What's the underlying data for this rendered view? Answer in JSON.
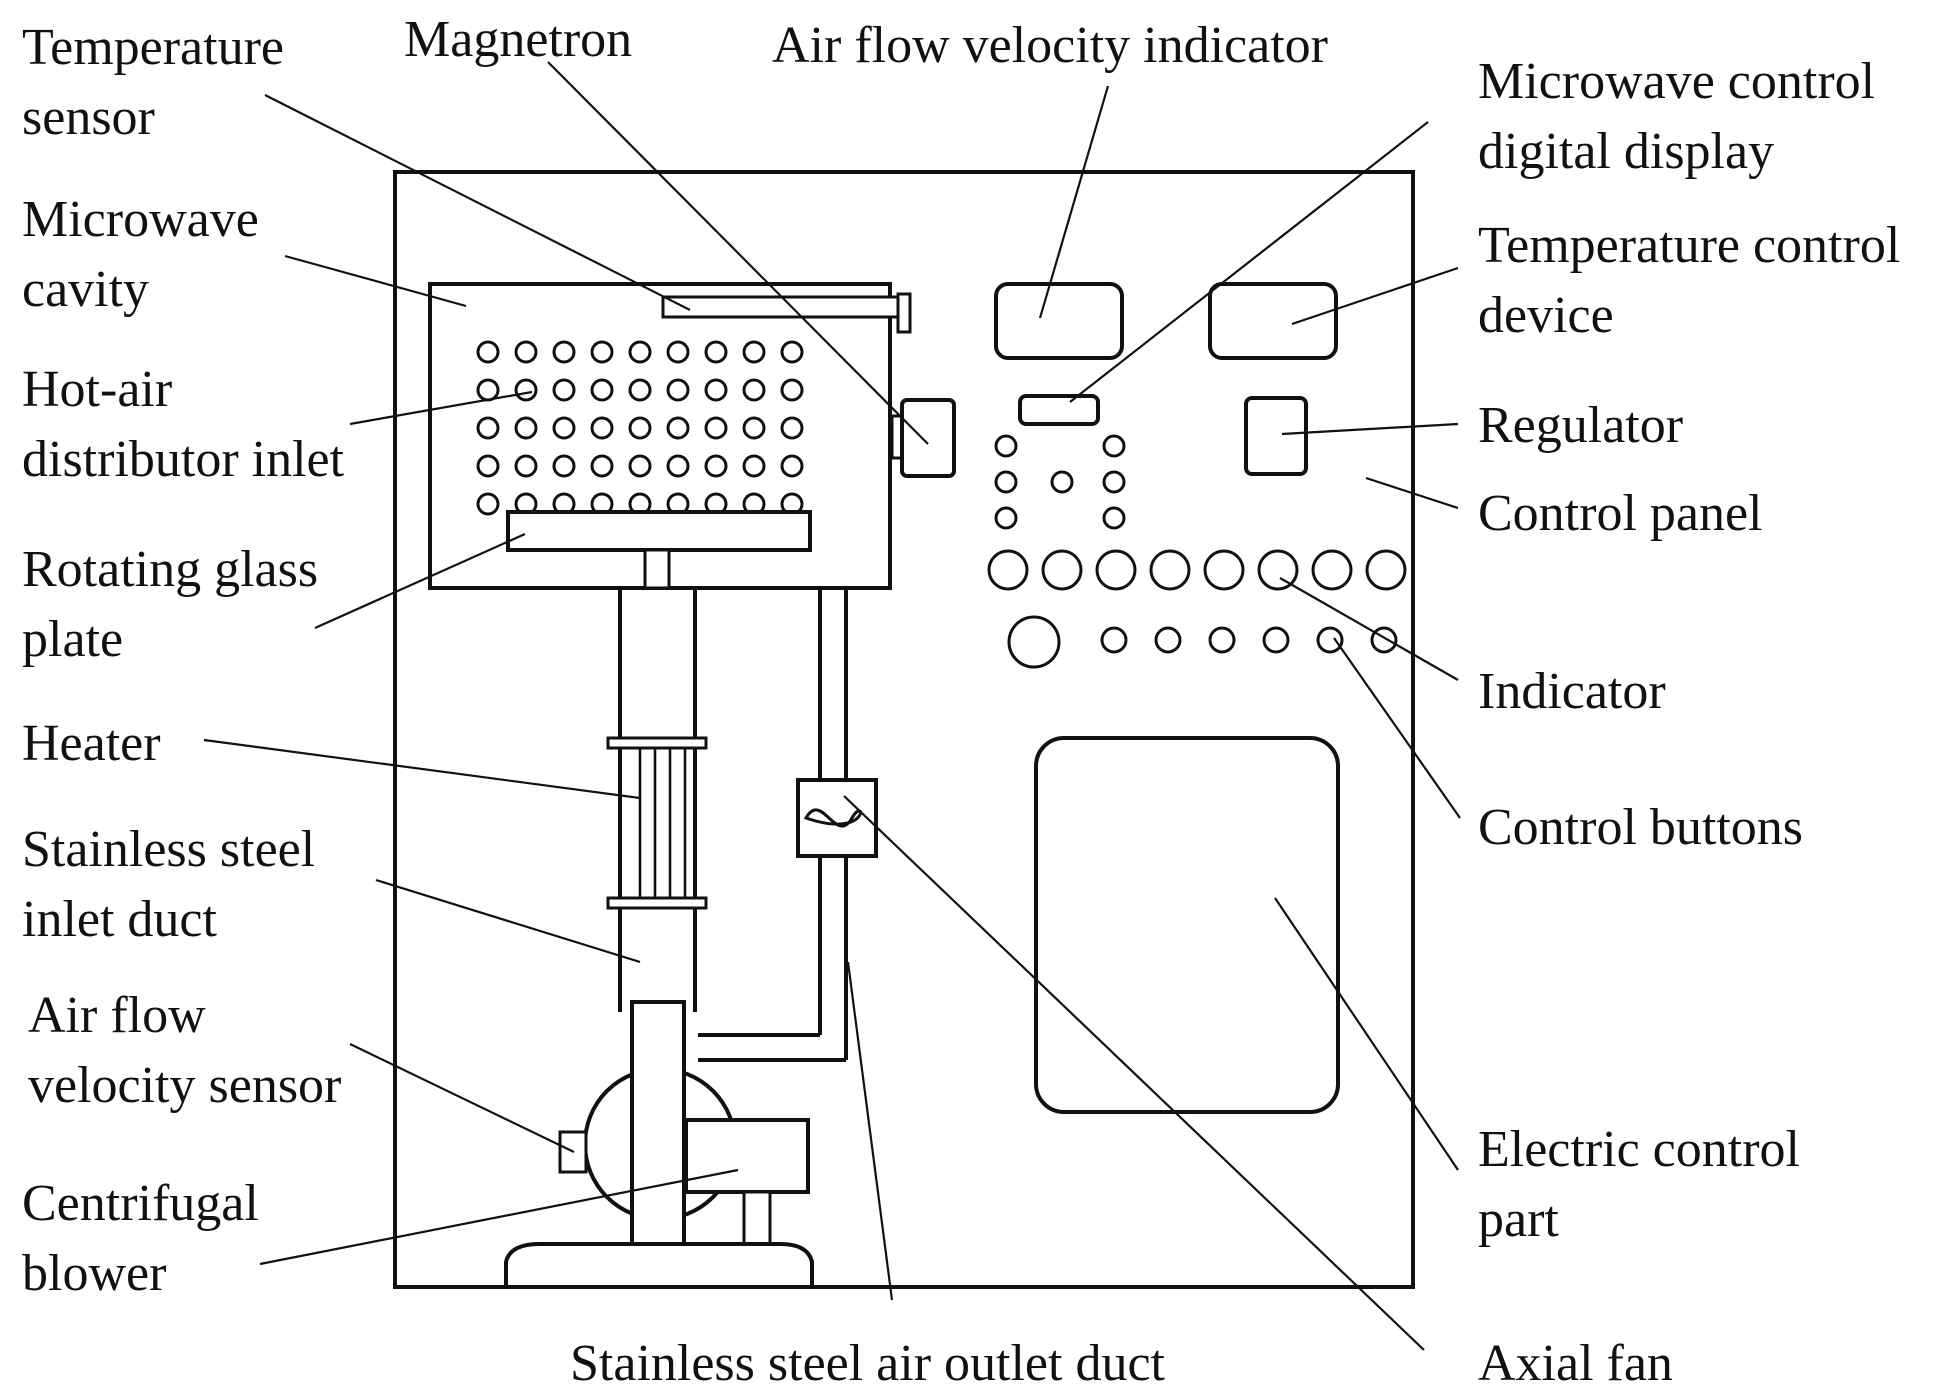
{
  "labels": {
    "temperature_sensor": [
      "Temperature",
      "sensor"
    ],
    "magnetron": [
      "Magnetron"
    ],
    "air_flow_velocity_indicator": [
      "Air flow velocity indicator"
    ],
    "microwave_control_digital_display": [
      "Microwave control",
      "digital display"
    ],
    "microwave_cavity": [
      "Microwave",
      "cavity"
    ],
    "temperature_control_device": [
      "Temperature control",
      "device"
    ],
    "hot_air_distributor_inlet": [
      "Hot-air",
      "distributor inlet"
    ],
    "regulator": [
      "Regulator"
    ],
    "control_panel": [
      "Control panel"
    ],
    "rotating_glass_plate": [
      "Rotating glass",
      "plate"
    ],
    "indicator": [
      "Indicator"
    ],
    "heater": [
      "Heater"
    ],
    "control_buttons": [
      "Control buttons"
    ],
    "stainless_steel_inlet_duct": [
      "Stainless steel",
      "inlet duct"
    ],
    "air_flow_velocity_sensor": [
      "Air flow",
      "velocity sensor"
    ],
    "electric_control_part": [
      "Electric control",
      "part"
    ],
    "centrifugal_blower": [
      "Centrifugal",
      "blower"
    ],
    "stainless_steel_air_outlet_duct": [
      "Stainless steel air outlet duct"
    ],
    "axial_fan": [
      "Axial fan"
    ]
  },
  "colors": {
    "ink": "#111111",
    "background": "#ffffff"
  }
}
